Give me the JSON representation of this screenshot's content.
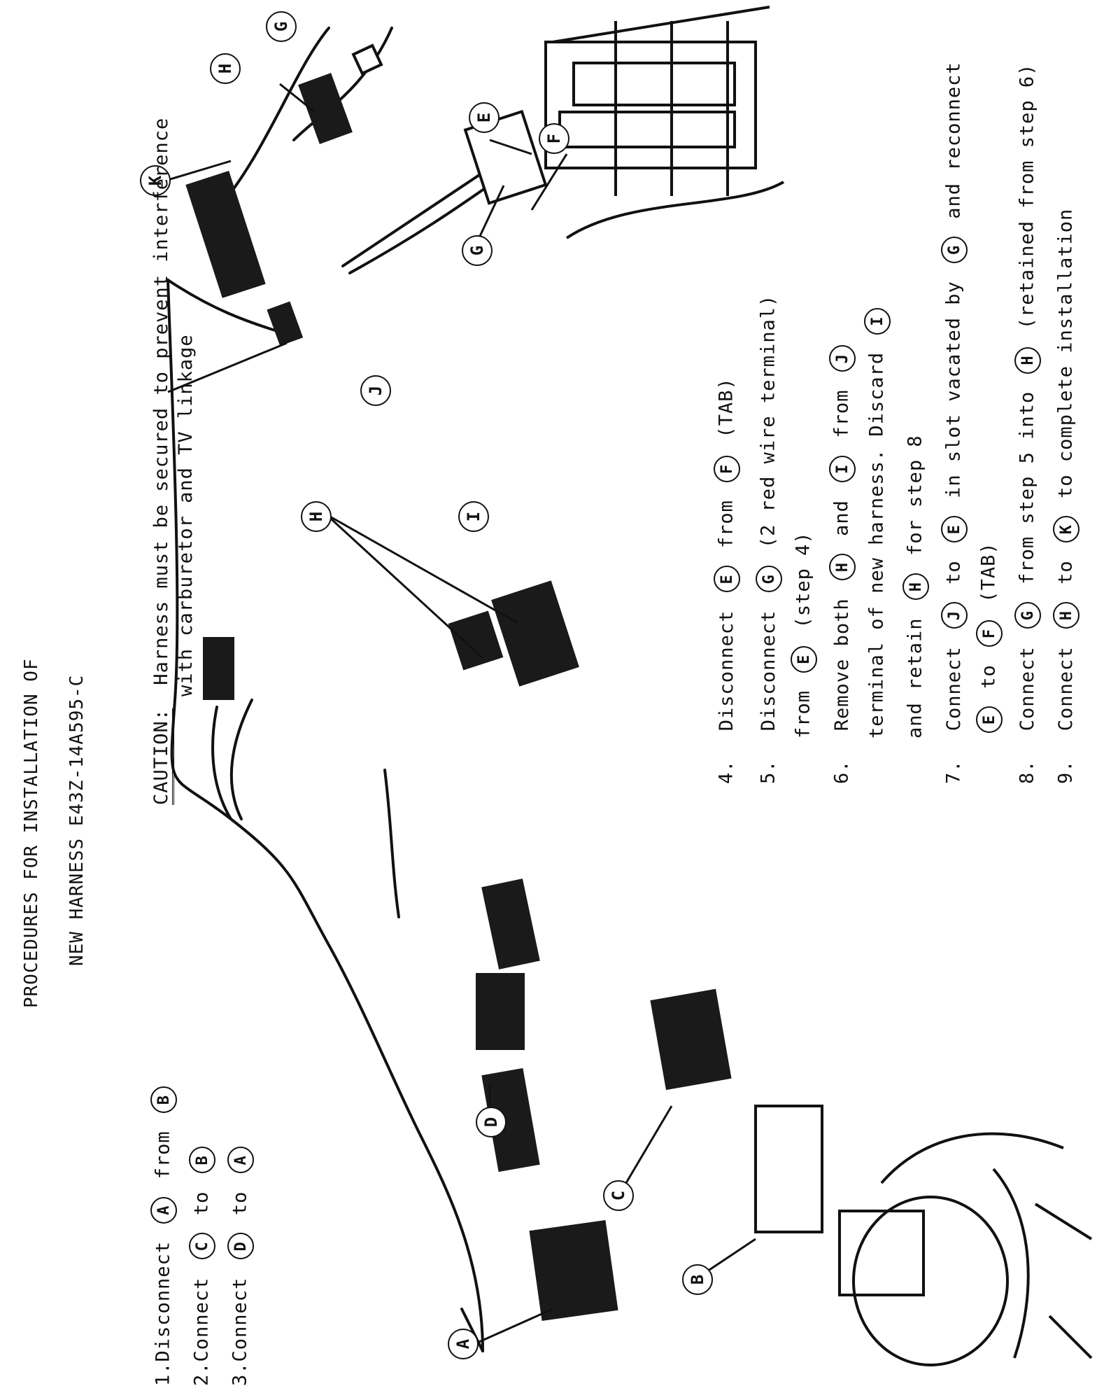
{
  "title": {
    "line1": "PROCEDURES FOR INSTALLATION OF",
    "line2": "NEW HARNESS E43Z-14A595-C"
  },
  "caution": {
    "label": "CAUTION:",
    "line1": "Harness must be secured to prevent interference",
    "line2": "with carburetor and TV linkage"
  },
  "steps_left": {
    "s1_num": "1.",
    "s1_a": "Disconnect",
    "s1_c1": "A",
    "s1_b": "from",
    "s1_c2": "B",
    "s2_num": "2.",
    "s2_a": "Connect",
    "s2_c1": "C",
    "s2_b": "to",
    "s2_c2": "B",
    "s3_num": "3.",
    "s3_a": "Connect",
    "s3_c1": "D",
    "s3_b": "to",
    "s3_c2": "A"
  },
  "steps_right": {
    "s4_num": "4.",
    "s4_a": "Disconnect",
    "s4_c1": "E",
    "s4_b": "from",
    "s4_c2": "F",
    "s4_tail": "(TAB)",
    "s5_num": "5.",
    "s5_a": "Disconnect",
    "s5_c1": "G",
    "s5_tail": "(2 red wire terminal)",
    "s5_b": "from",
    "s5_c2": "E",
    "s5_tail2": "(step 4)",
    "s6_num": "6.",
    "s6_a": "Remove both",
    "s6_c1": "H",
    "s6_b": "and",
    "s6_c2": "I",
    "s6_c": "from",
    "s6_c3": "J",
    "s6_line2": "terminal of new harness.  Discard",
    "s6_c4": "I",
    "s6_line3a": "and retain",
    "s6_c5": "H",
    "s6_line3b": "for step 8",
    "s7_num": "7.",
    "s7_a": "Connect",
    "s7_c1": "J",
    "s7_b": "to",
    "s7_c2": "E",
    "s7_c": "in slot vacated by",
    "s7_c3": "G",
    "s7_d": "and reconnect",
    "s7_c4": "E",
    "s7_e": "to",
    "s7_c5": "F",
    "s7_f": "(TAB)",
    "s8_num": "8.",
    "s8_a": "Connect",
    "s8_c1": "G",
    "s8_b": "from step 5  into",
    "s8_c2": "H",
    "s8_c": "(retained from step 6)",
    "s9_num": "9.",
    "s9_a": "Connect",
    "s9_c1": "H",
    "s9_b": "to",
    "s9_c2": "K",
    "s9_c": "to complete installation"
  },
  "callouts": [
    "A",
    "B",
    "C",
    "D",
    "E",
    "F",
    "G",
    "H",
    "I",
    "J",
    "K",
    "G",
    "H"
  ]
}
